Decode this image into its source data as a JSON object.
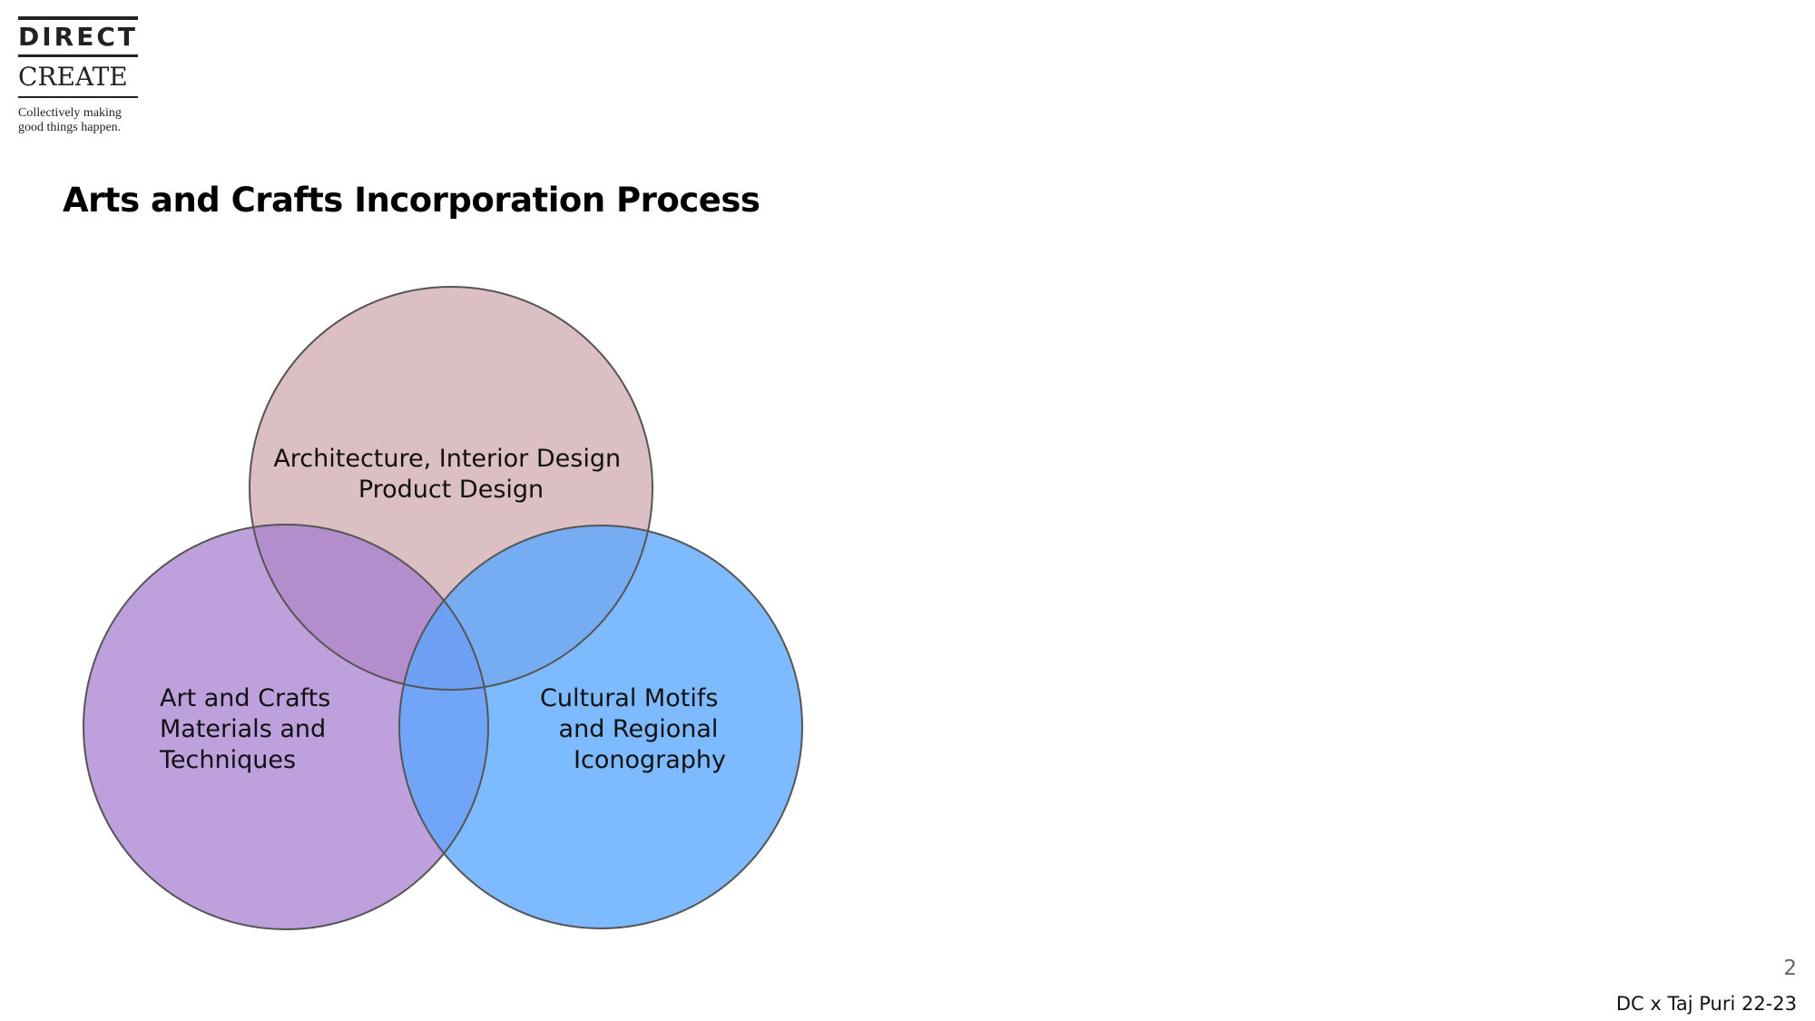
{
  "logo": {
    "line1": "DIRECT",
    "line2": "CREATE",
    "tagline": "Collectively making\ngood things happen."
  },
  "slide": {
    "title": "Arts and Crafts Incorporation Process",
    "page_number": "2",
    "footer": "DC x Taj Puri 22-23"
  },
  "diagram": {
    "type": "venn",
    "circles": [
      {
        "id": "top",
        "lines": [
          "Architecture, Interior Design",
          "Product Design"
        ],
        "fill": "#d9bcbf"
      },
      {
        "id": "left",
        "lines": [
          "Art and Crafts",
          "Materials and",
          "Techniques"
        ],
        "fill": "#a57bd0"
      },
      {
        "id": "right",
        "lines": [
          "Cultural Motifs",
          "and Regional",
          "Iconography"
        ],
        "fill": "#5aa6ff"
      }
    ],
    "stroke": "#555555"
  }
}
